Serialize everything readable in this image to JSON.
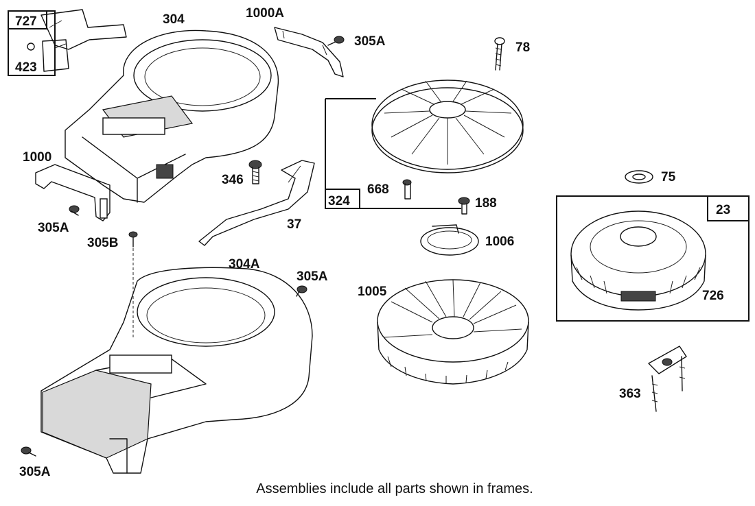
{
  "labels": {
    "p727": "727",
    "p423": "423",
    "p304": "304",
    "p1000A": "1000A",
    "p305A_top": "305A",
    "p78": "78",
    "p1000": "1000",
    "p346": "346",
    "p305A_left": "305A",
    "p305B": "305B",
    "p37": "37",
    "p324": "324",
    "p668": "668",
    "p188": "188",
    "p1006": "1006",
    "p75": "75",
    "p23": "23",
    "p726": "726",
    "p304A": "304A",
    "p305A_mid": "305A",
    "p1005": "1005",
    "p363": "363",
    "p305A_bottom": "305A"
  },
  "caption": "Assemblies include all parts shown in frames."
}
